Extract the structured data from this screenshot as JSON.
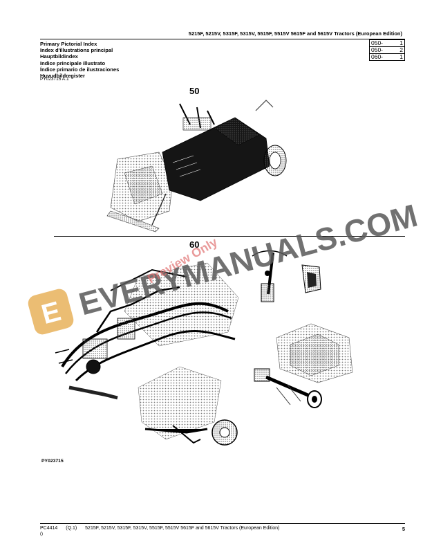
{
  "header": {
    "title": "5215F, 5215V, 5315F, 5315V, 5515F, 5515V 5615F and 5615V Tractors (European Edition)"
  },
  "index_titles": [
    "Primary Pictorial Index",
    "Index d'illustrations principal",
    "Hauptbildindex",
    "Indice principale illustrato",
    "Índice primario de ilustraciones",
    "Huvudbildregister"
  ],
  "ref_table": [
    {
      "code": "050-",
      "page": "1"
    },
    {
      "code": "050-",
      "page": "2"
    },
    {
      "code": "060-",
      "page": "1"
    }
  ],
  "figure_id_top": "PY023715 A.1",
  "sections": [
    {
      "label": "50"
    },
    {
      "label": "60"
    }
  ],
  "figure_label": "PY023715",
  "watermark": {
    "text": "EVERYMANUALS.COM",
    "letter": "E",
    "overlay": "Preview Only",
    "accent_color": "#e8b15a",
    "text_color": "#595959",
    "overlay_color": "#e07070"
  },
  "footer": {
    "doc_code": "PC4414",
    "revision": "(Q.1)",
    "title": "5215F, 5215V, 5315F, 5315V, 5515F, 5515V 5615F and 5615V Tractors (European Edition)",
    "sub": "()",
    "page": "5"
  }
}
